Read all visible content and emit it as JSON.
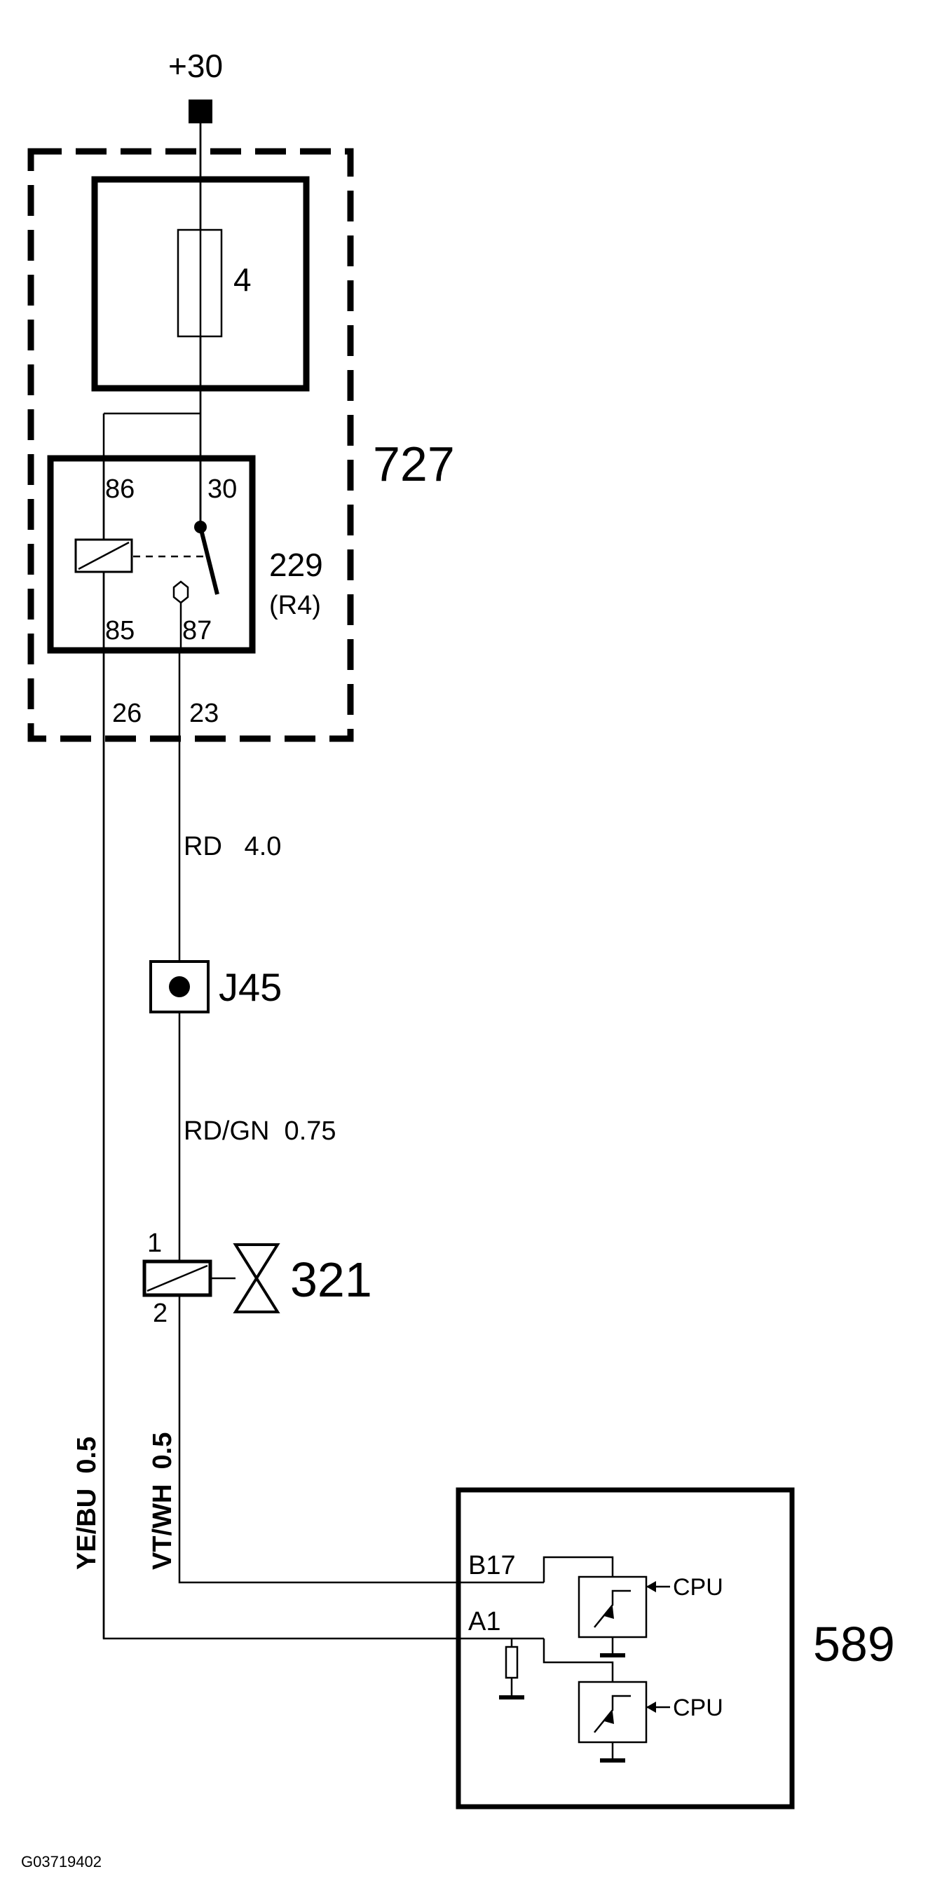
{
  "supply": {
    "label": "+30"
  },
  "fuse": {
    "label": "4"
  },
  "relay_box": {
    "label": "727"
  },
  "relay": {
    "label": "229",
    "sublabel": "(R4)",
    "pins": {
      "p86": "86",
      "p30": "30",
      "p85": "85",
      "p87": "87"
    }
  },
  "box_pins": {
    "left": "26",
    "right": "23"
  },
  "wires": {
    "red": "RD   4.0",
    "red_green": "RD/GN  0.75",
    "violet_white": "VT/WH  0.5",
    "yellow_blue": "YE/BU  0.5"
  },
  "junction": {
    "label": "J45"
  },
  "valve": {
    "label": "321",
    "pin1": "1",
    "pin2": "2"
  },
  "ecu": {
    "label": "589",
    "pin_b17": "B17",
    "pin_a1": "A1",
    "cpu_top": "CPU",
    "cpu_bottom": "CPU"
  },
  "figure_id": "G03719402"
}
